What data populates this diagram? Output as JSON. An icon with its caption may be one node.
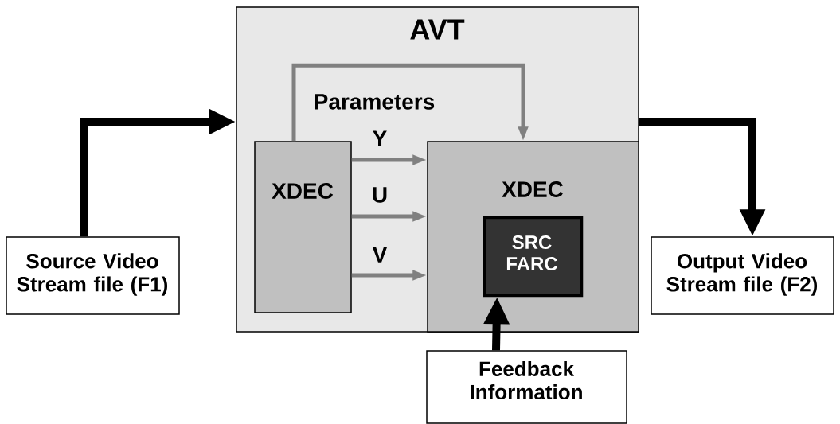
{
  "diagram": {
    "nodes": [
      {
        "text": [
          "AVT"
        ]
      },
      {
        "text": [
          "XDEC"
        ],
        "in": 0
      },
      {
        "text": [
          "XDEC"
        ],
        "in": 0
      },
      {
        "text": [
          "SRC FARC"
        ],
        "in": 2
      },
      {
        "text": [
          "Source Video Stream file (F1)"
        ]
      },
      {
        "text": [
          "Output Video Stream file (F2)"
        ]
      },
      {
        "text": [
          "Feedback Information"
        ]
      }
    ],
    "edges": [
      {
        "from": 4,
        "to": 0,
        "arrow": "to",
        "style": "thick",
        "color": "#000000"
      },
      {
        "from": 0,
        "to": 5,
        "arrow": "to",
        "style": "thick",
        "color": "#000000"
      },
      {
        "from": 6,
        "to": 3,
        "arrow": "to",
        "style": "thick",
        "color": "#000000"
      },
      {
        "from": 1,
        "to": 2,
        "arrow": "to",
        "label": "Parameters"
      },
      {
        "from": 1,
        "to": 2,
        "arrow": "to",
        "label": "Y"
      },
      {
        "from": 1,
        "to": 2,
        "arrow": "to",
        "label": "U"
      },
      {
        "from": 1,
        "to": 2,
        "arrow": "to",
        "label": "V"
      }
    ]
  }
}
